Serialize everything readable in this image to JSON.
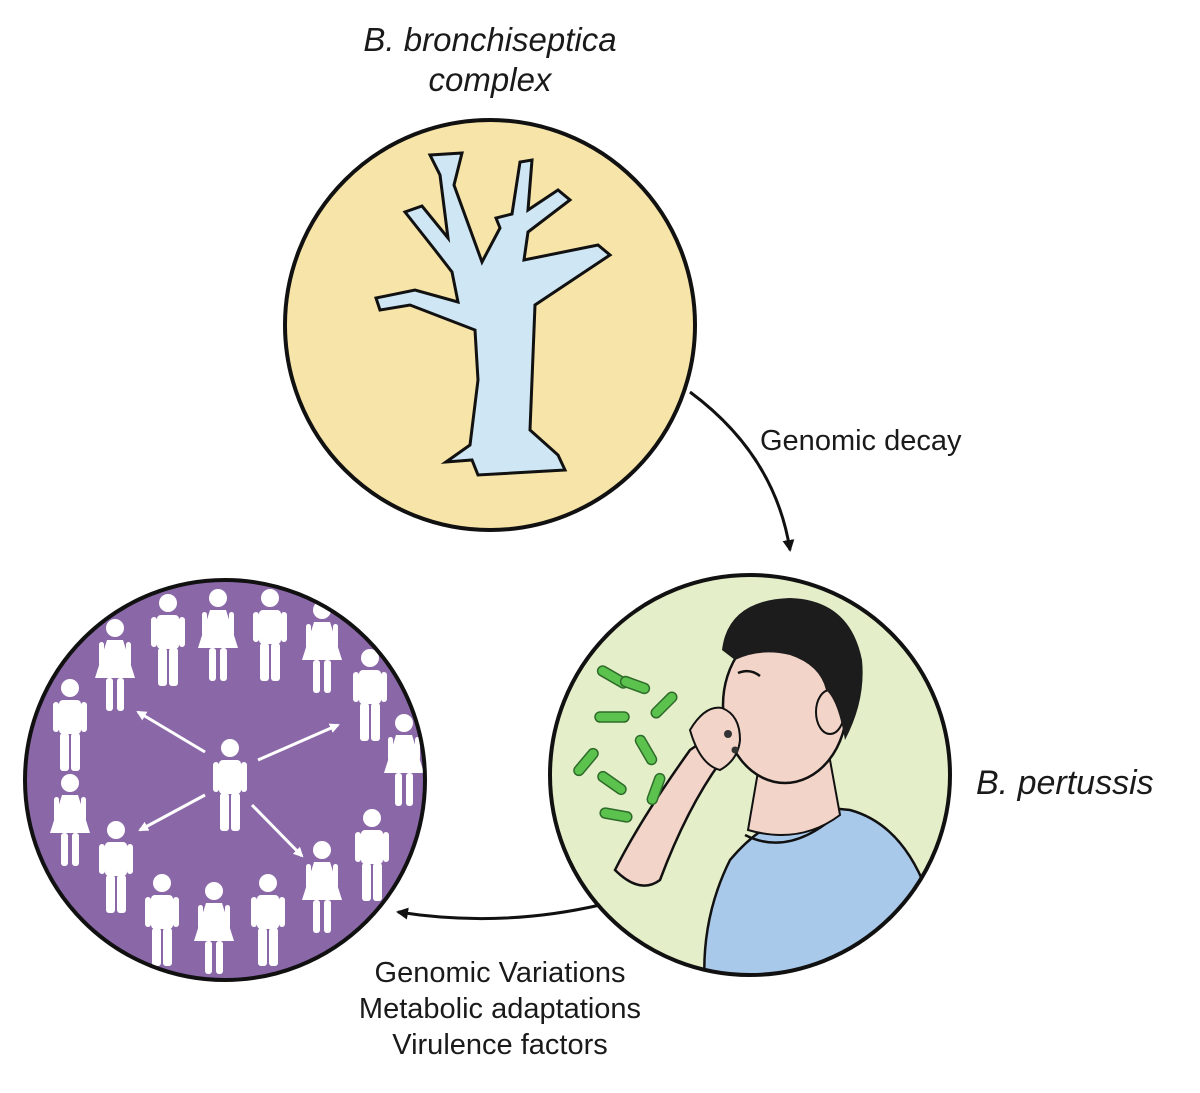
{
  "top_node": {
    "title_line1": "B. bronchiseptica",
    "title_line2": "complex",
    "icon": "tree-icon",
    "fill": "#f7e4a8"
  },
  "right_node": {
    "label": "B. pertussis",
    "icon": "coughing-child-icon",
    "fill": "#e4efc9"
  },
  "left_node": {
    "icon": "human-population-icon",
    "fill": "#8a68a8"
  },
  "edge_top_to_right": {
    "label": "Genomic decay"
  },
  "edge_right_to_left": {
    "lines": [
      "Genomic Variations",
      "Metabolic adaptations",
      "Virulence factors"
    ]
  },
  "colors": {
    "bacteria": "#5cc24e",
    "tree": "#cfe6f4",
    "shirt": "#a9c9ea",
    "skin": "#f2d4c8",
    "hair": "#1c1c1c"
  }
}
